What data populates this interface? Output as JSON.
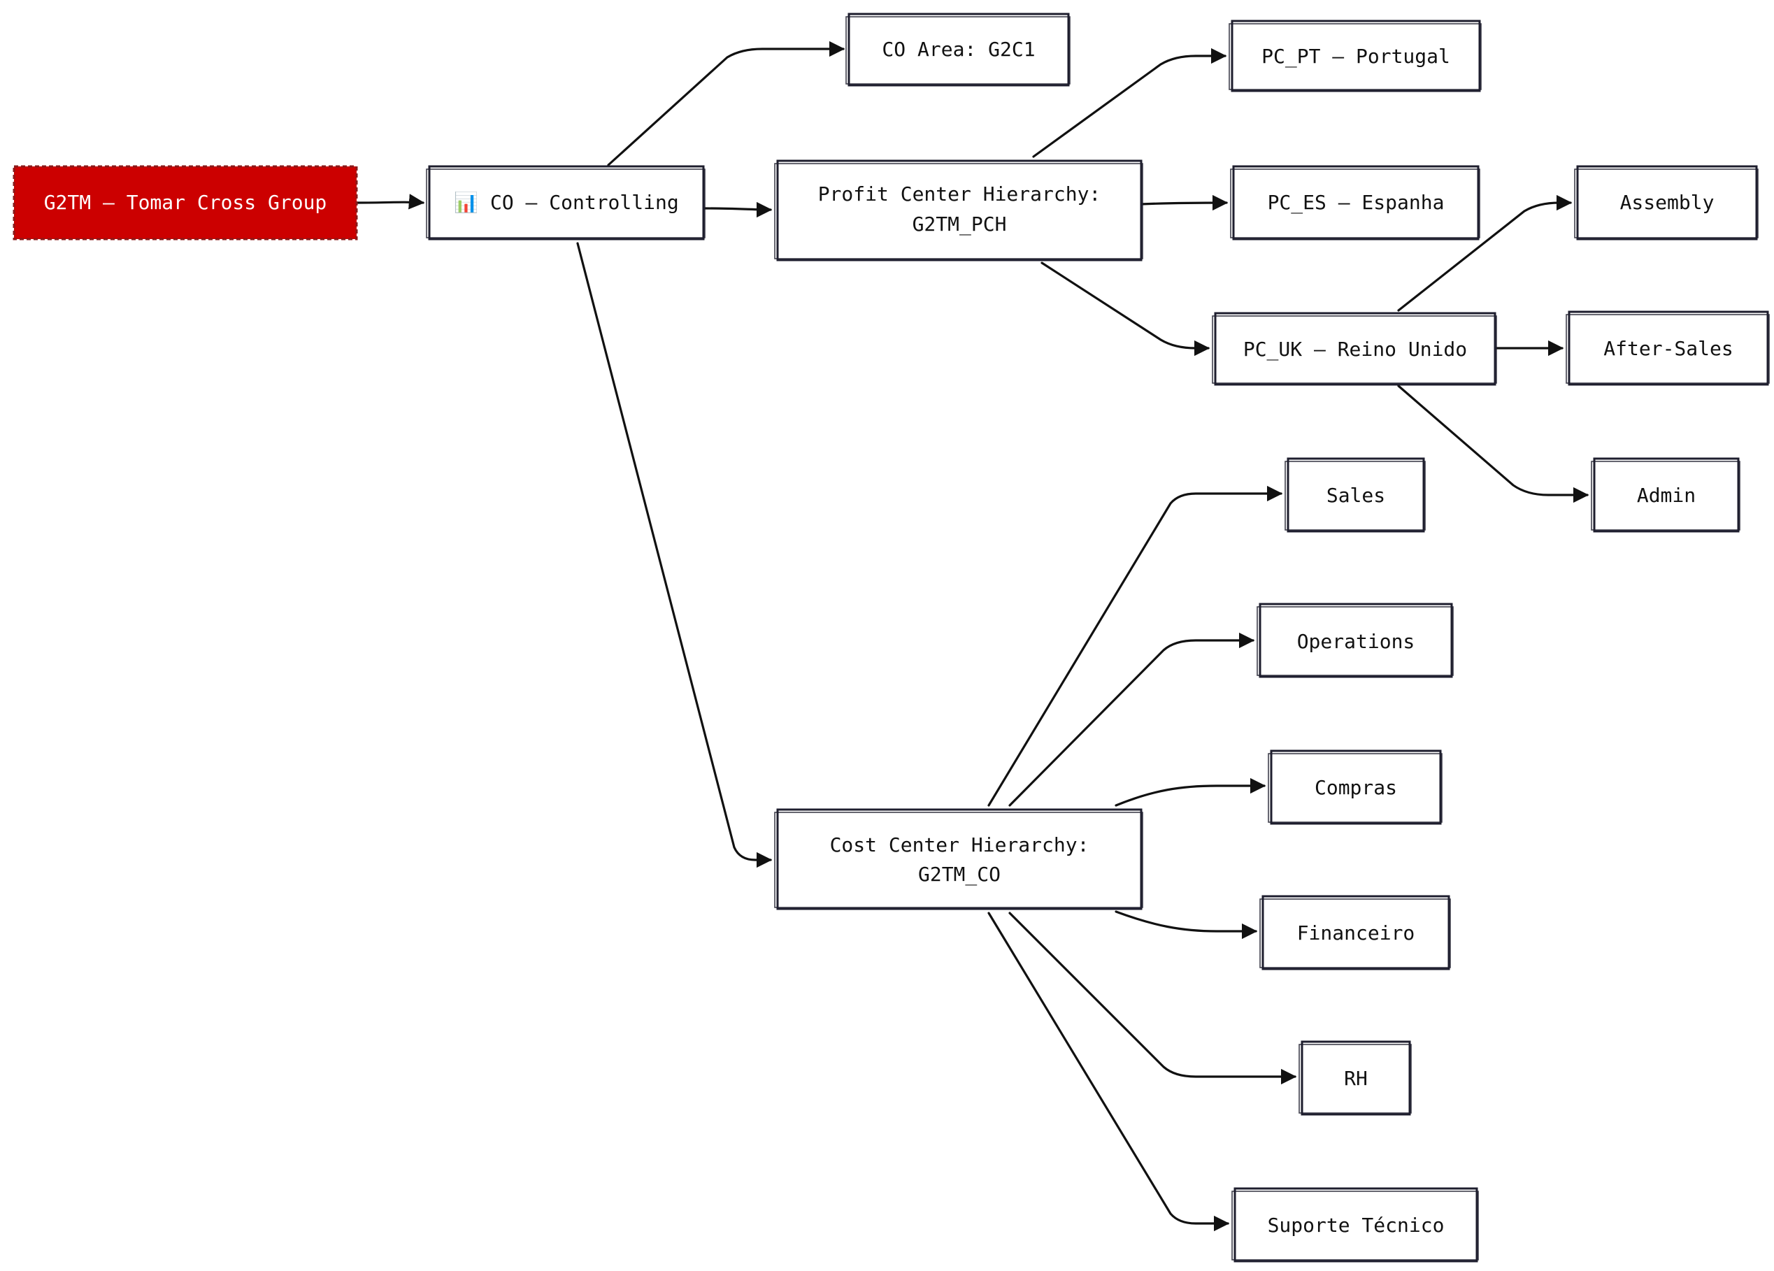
{
  "nodes": {
    "root": "G2TM — Tomar Cross Group",
    "co": "📊 CO — Controlling",
    "co_area": "CO Area: G2C1",
    "pch_line1": "Profit Center Hierarchy:",
    "pch_line2": "G2TM_PCH",
    "cch_line1": "Cost Center Hierarchy:",
    "cch_line2": "G2TM_CO",
    "pc_pt": "PC_PT — Portugal",
    "pc_es": "PC_ES — Espanha",
    "pc_uk": "PC_UK — Reino Unido",
    "assembly": "Assembly",
    "after_sales": "After-Sales",
    "admin": "Admin",
    "sales": "Sales",
    "operations": "Operations",
    "compras": "Compras",
    "financeiro": "Financeiro",
    "rh": "RH",
    "suporte": "Suporte Técnico"
  },
  "colors": {
    "root_fill": "#cc0000",
    "stroke": "#1e1e2e",
    "edge": "#111111"
  }
}
